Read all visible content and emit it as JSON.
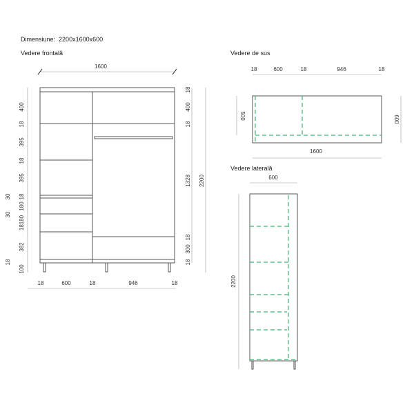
{
  "header": {
    "dimensions_label": "Dimensiune:",
    "dimensions_value": "2200x1600x600"
  },
  "front": {
    "title": "Vedere frontală",
    "width": "1600",
    "height": "2200",
    "left_dims": [
      "400",
      "18",
      "395",
      "18",
      "395",
      "18",
      "30",
      "180",
      "30",
      "18180",
      "382",
      "18",
      "100"
    ],
    "right_dims": [
      "18",
      "400",
      "18",
      "1328",
      "18",
      "300",
      "18"
    ],
    "bottom_dims": [
      "18",
      "600",
      "18",
      "946",
      "18"
    ]
  },
  "top": {
    "title": "Vedere de sus",
    "top_dims": [
      "18",
      "600",
      "18",
      "946",
      "18"
    ],
    "left": "500",
    "right": "600",
    "bottom": "1600"
  },
  "side": {
    "title": "Vedere laterală",
    "width": "600",
    "height": "2200"
  },
  "colors": {
    "hidden_lines": "#3cb371"
  }
}
